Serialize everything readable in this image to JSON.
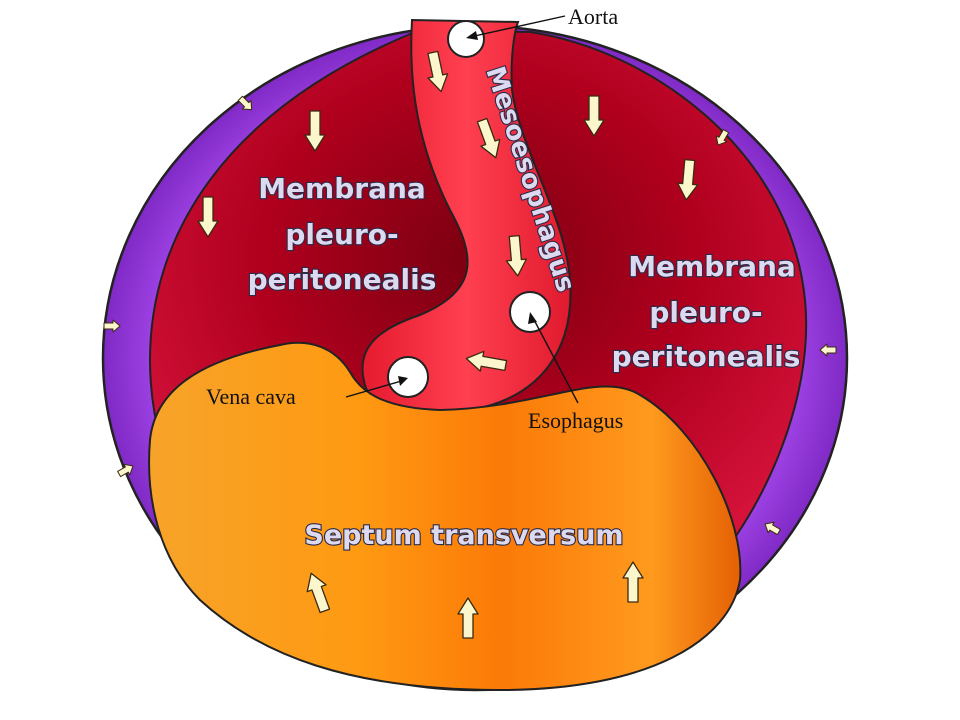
{
  "labels": {
    "aorta": "Aorta",
    "mesoesophagus": "Mesoesophagus",
    "membrana_left": {
      "line1": "Membrana",
      "line2": "pleuro-",
      "line3": "peritonealis"
    },
    "membrana_right": {
      "line1": "Membrana",
      "line2": "pleuro-",
      "line3": "peritonealis"
    },
    "vena_cava": "Vena cava",
    "esophagus": "Esophagus",
    "septum": "Septum transversum"
  },
  "colors": {
    "body_wall": "#8a2fd0",
    "membrane": "#a8001c",
    "mesoesophagus": "#f2283c",
    "septum": "#f98a10",
    "arrows": "#fbf6cc",
    "vessels": "#ffffff"
  }
}
